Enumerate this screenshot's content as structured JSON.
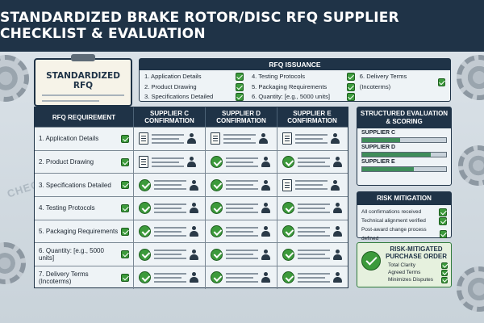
{
  "title": "STANDARDIZED BRAKE ROTOR/DISC RFQ SUPPLIER CHECKLIST & EVALUATION",
  "rfq_doc_title": "STANDARDIZED RFQ",
  "background_stamp": "CHECK",
  "issuance": {
    "header": "RFQ ISSUANCE",
    "columns": [
      [
        "1. Application Details",
        "2. Product Drawing",
        "3. Specifications Detailed"
      ],
      [
        "4. Testing Protocols",
        "5. Packaging Requirements",
        "6. Quantity: [e.g., 5000 units]"
      ],
      [
        "6. Delivery Terms (Incoterms)"
      ]
    ]
  },
  "table": {
    "headers": [
      "RFQ REQUIREMENT",
      "SUPPLIER C CONFIRMATION",
      "SUPPLIER D CONFIRMATION",
      "SUPPLIER E CONFIRMATION"
    ],
    "rows": [
      {
        "label": "1. Application Details",
        "c": "doc",
        "d": "doc",
        "e": "doc"
      },
      {
        "label": "2. Product Drawing",
        "c": "doc",
        "d": "ok",
        "e": "ok"
      },
      {
        "label": "3. Specifications Detailed",
        "c": "ok",
        "d": "ok",
        "e": "doc"
      },
      {
        "label": "4. Testing Protocols",
        "c": "ok",
        "d": "ok",
        "e": "ok"
      },
      {
        "label": "5. Packaging Requirements",
        "c": "ok",
        "d": "ok",
        "e": "ok"
      },
      {
        "label": "6. Quantity: [e.g., 5000 units]",
        "c": "ok",
        "d": "ok",
        "e": "ok"
      },
      {
        "label": "7. Delivery Terms (Incoterms)",
        "c": "ok",
        "d": "ok",
        "e": "ok"
      }
    ]
  },
  "scoring": {
    "header": "STRUCTURED EVALUATION & SCORING",
    "suppliers": [
      {
        "name": "SUPPLIER C",
        "score": 0.45
      },
      {
        "name": "SUPPLIER D",
        "score": 0.82
      },
      {
        "name": "SUPPLIER E",
        "score": 0.62
      }
    ]
  },
  "risk": {
    "header": "RISK MITIGATION",
    "items": [
      "All confirmations received",
      "Technical alignment verified",
      "Post-award change process defined"
    ]
  },
  "po": {
    "title": "RISK-MITIGATED PURCHASE ORDER",
    "items": [
      "Total Clarity",
      "Agreed Terms",
      "Minimizes Disputes"
    ]
  },
  "colors": {
    "navy": "#1f3347",
    "green": "#3c9a3b"
  }
}
